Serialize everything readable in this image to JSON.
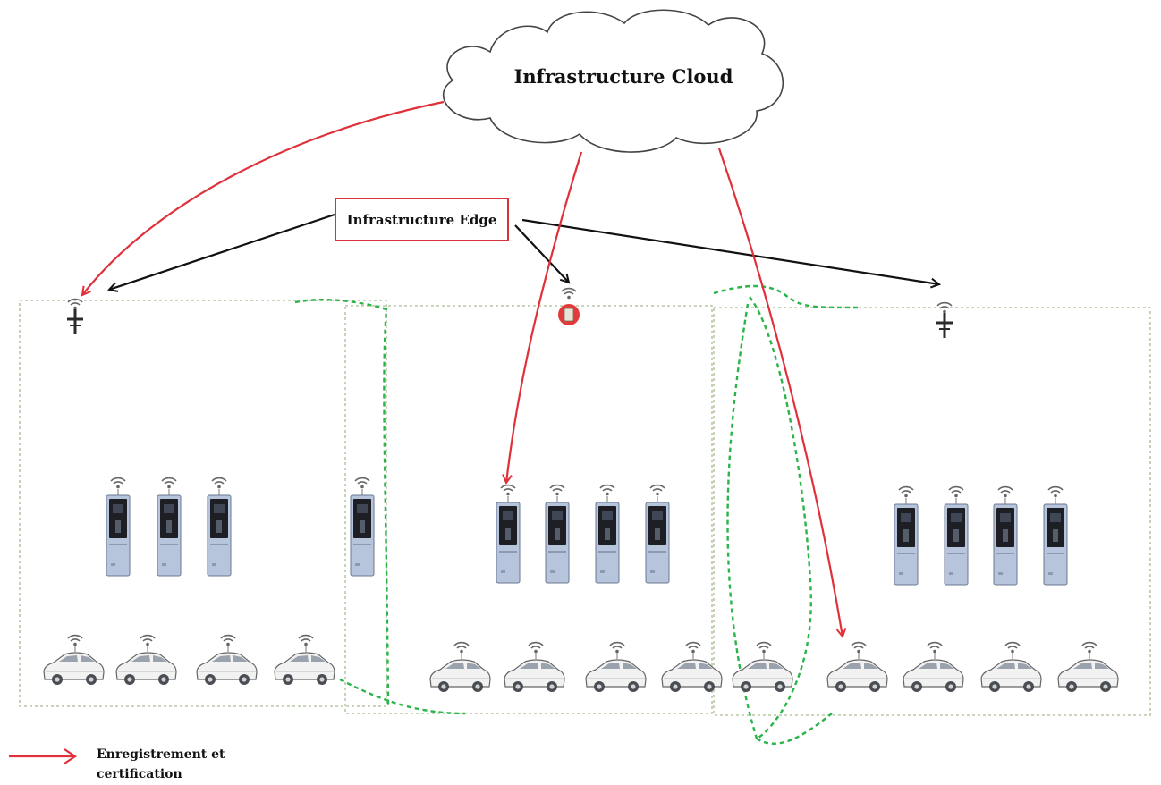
{
  "cloud": {
    "label": "Infrastructure Cloud"
  },
  "edge": {
    "label": "Infrastructure Edge"
  },
  "legend": {
    "label": "Enregistrement et certification",
    "arrow_color": "#e0303a"
  },
  "colors": {
    "registration_arrow": "#e0303a",
    "edge_arrow": "#111111",
    "zone_border": "#b9c8a6",
    "mobility_path": "#2bb44a",
    "station_body": "#b6c4dc"
  },
  "icons": {
    "antenna": "cell-tower-icon",
    "rsu": "rsu-device-icon",
    "charger": "charging-station-icon",
    "car": "electric-car-icon",
    "wifi": "wifi-icon"
  }
}
